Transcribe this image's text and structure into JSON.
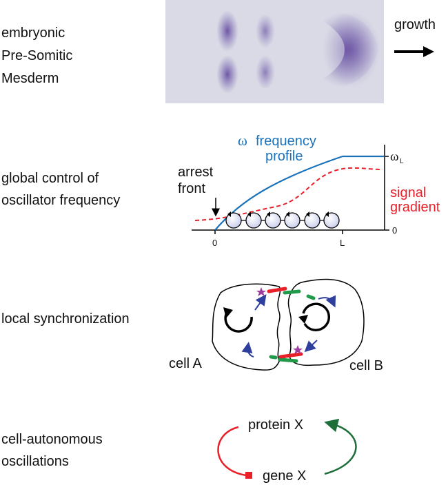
{
  "row_labels": {
    "psm": [
      "embryonic",
      "Pre-Somitic",
      "Mesderm"
    ],
    "global": [
      "global control of",
      "oscillator frequency"
    ],
    "local": "local synchronization",
    "autonomous": [
      "cell-autonomous",
      "oscillations"
    ]
  },
  "embryo": {
    "growth_label": "growth"
  },
  "frequency_plot": {
    "omega_symbol": "ω",
    "profile_label": [
      "frequency",
      "profile"
    ],
    "arrest_label": [
      "arrest",
      "front"
    ],
    "signal_label": [
      "signal",
      "gradient"
    ],
    "x_ticks": [
      "0",
      "L"
    ],
    "y_ticks": [
      "0",
      "ω"
    ],
    "y_top_subscript": "L",
    "oscillator_count": 6
  },
  "cells": {
    "cell_a": "cell A",
    "cell_b": "cell B"
  },
  "feedback": {
    "protein": "protein X",
    "gene": "gene X"
  },
  "colors": {
    "blue": "#1a72bb",
    "red": "#e8202a",
    "green": "#1f9a48",
    "dark_green": "#1e6e3a",
    "purple": "#8a3a9a",
    "arrow_blue": "#2e3f9e"
  }
}
